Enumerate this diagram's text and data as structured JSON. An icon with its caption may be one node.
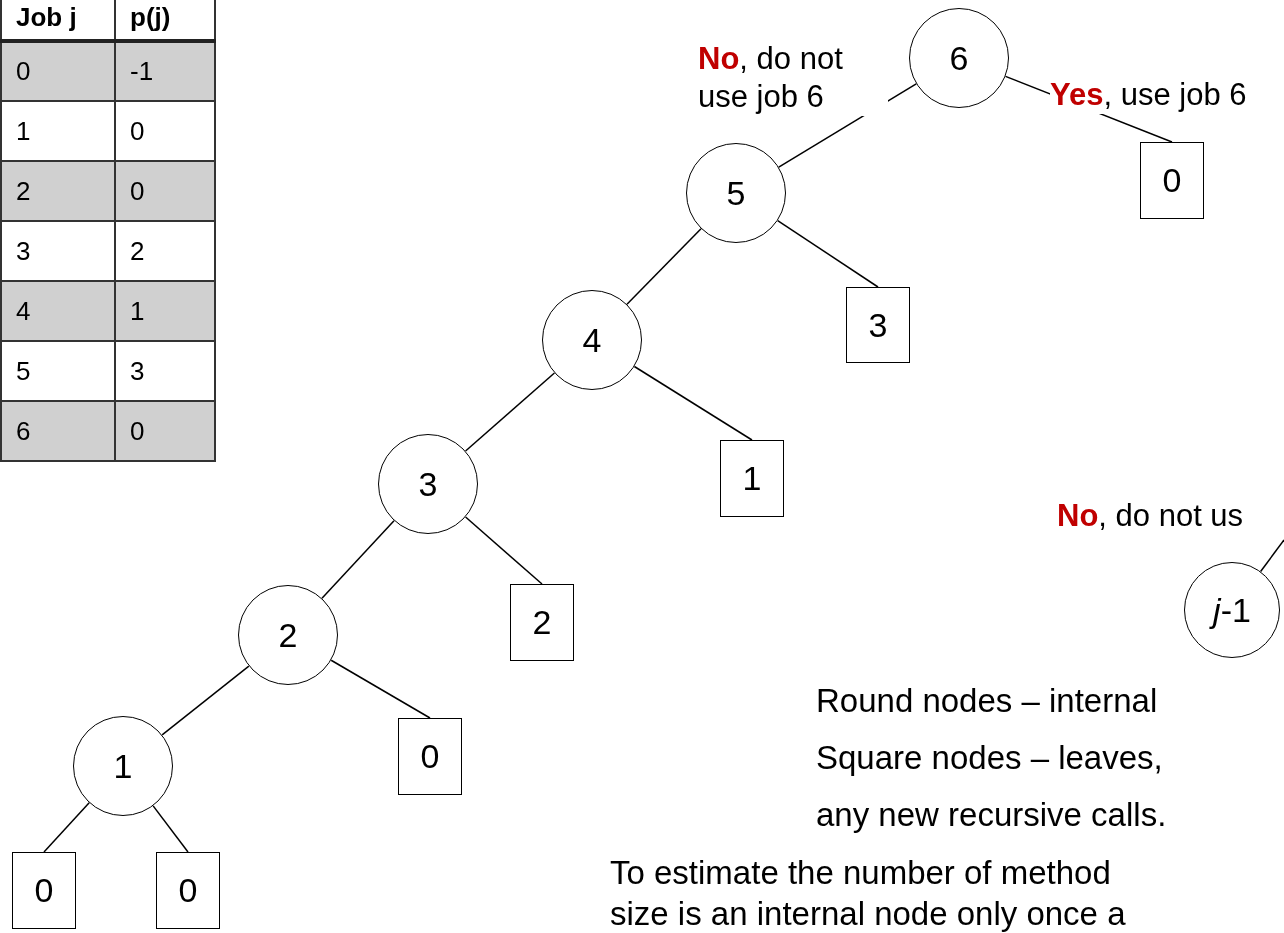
{
  "diagram": {
    "nodes": [
      {
        "text": [
          "6"
        ]
      },
      {
        "text": [
          "5"
        ]
      },
      {
        "text": [
          "0"
        ]
      },
      {
        "text": [
          "4"
        ]
      },
      {
        "text": [
          "3"
        ]
      },
      {
        "text": [
          "3"
        ]
      },
      {
        "text": [
          "1"
        ]
      },
      {
        "text": [
          "2"
        ]
      },
      {
        "text": [
          "2"
        ]
      },
      {
        "text": [
          "1"
        ]
      },
      {
        "text": [
          "0"
        ]
      },
      {
        "text": [
          "0"
        ]
      },
      {
        "text": [
          "0"
        ]
      },
      {
        "text": [
          "*j*-1"
        ]
      }
    ],
    "edges": [
      {
        "from": 0,
        "to": 1,
        "arrow": "none",
        "label": "**No**, do not use job 6"
      },
      {
        "from": 0,
        "to": 2,
        "arrow": "none",
        "label": "**Yes**, use job 6"
      },
      {
        "from": 1,
        "to": 3,
        "arrow": "none"
      },
      {
        "from": 1,
        "to": 4,
        "arrow": "none"
      },
      {
        "from": 3,
        "to": 5,
        "arrow": "none"
      },
      {
        "from": 3,
        "to": 6,
        "arrow": "none"
      },
      {
        "from": 5,
        "to": 7,
        "arrow": "none"
      },
      {
        "from": 5,
        "to": 8,
        "arrow": "none"
      },
      {
        "from": 7,
        "to": 9,
        "arrow": "none"
      },
      {
        "from": 7,
        "to": 10,
        "arrow": "none"
      },
      {
        "from": 9,
        "to": 11,
        "arrow": "none"
      },
      {
        "from": 9,
        "to": 12,
        "arrow": "none"
      },
      {
        "from": 13,
        "to": null,
        "arrow": "none",
        "label": "**No**, do not us"
      }
    ],
    "labels": [
      "Job j",
      "p(j)",
      "0",
      "-1",
      "1",
      "0",
      "2",
      "0",
      "3",
      "2",
      "4",
      "1",
      "5",
      "3",
      "6",
      "0",
      "Round nodes – internal",
      "Square nodes – leaves,",
      "any new recursive calls.",
      "To estimate the number of method",
      "size is an internal node only once a"
    ]
  }
}
